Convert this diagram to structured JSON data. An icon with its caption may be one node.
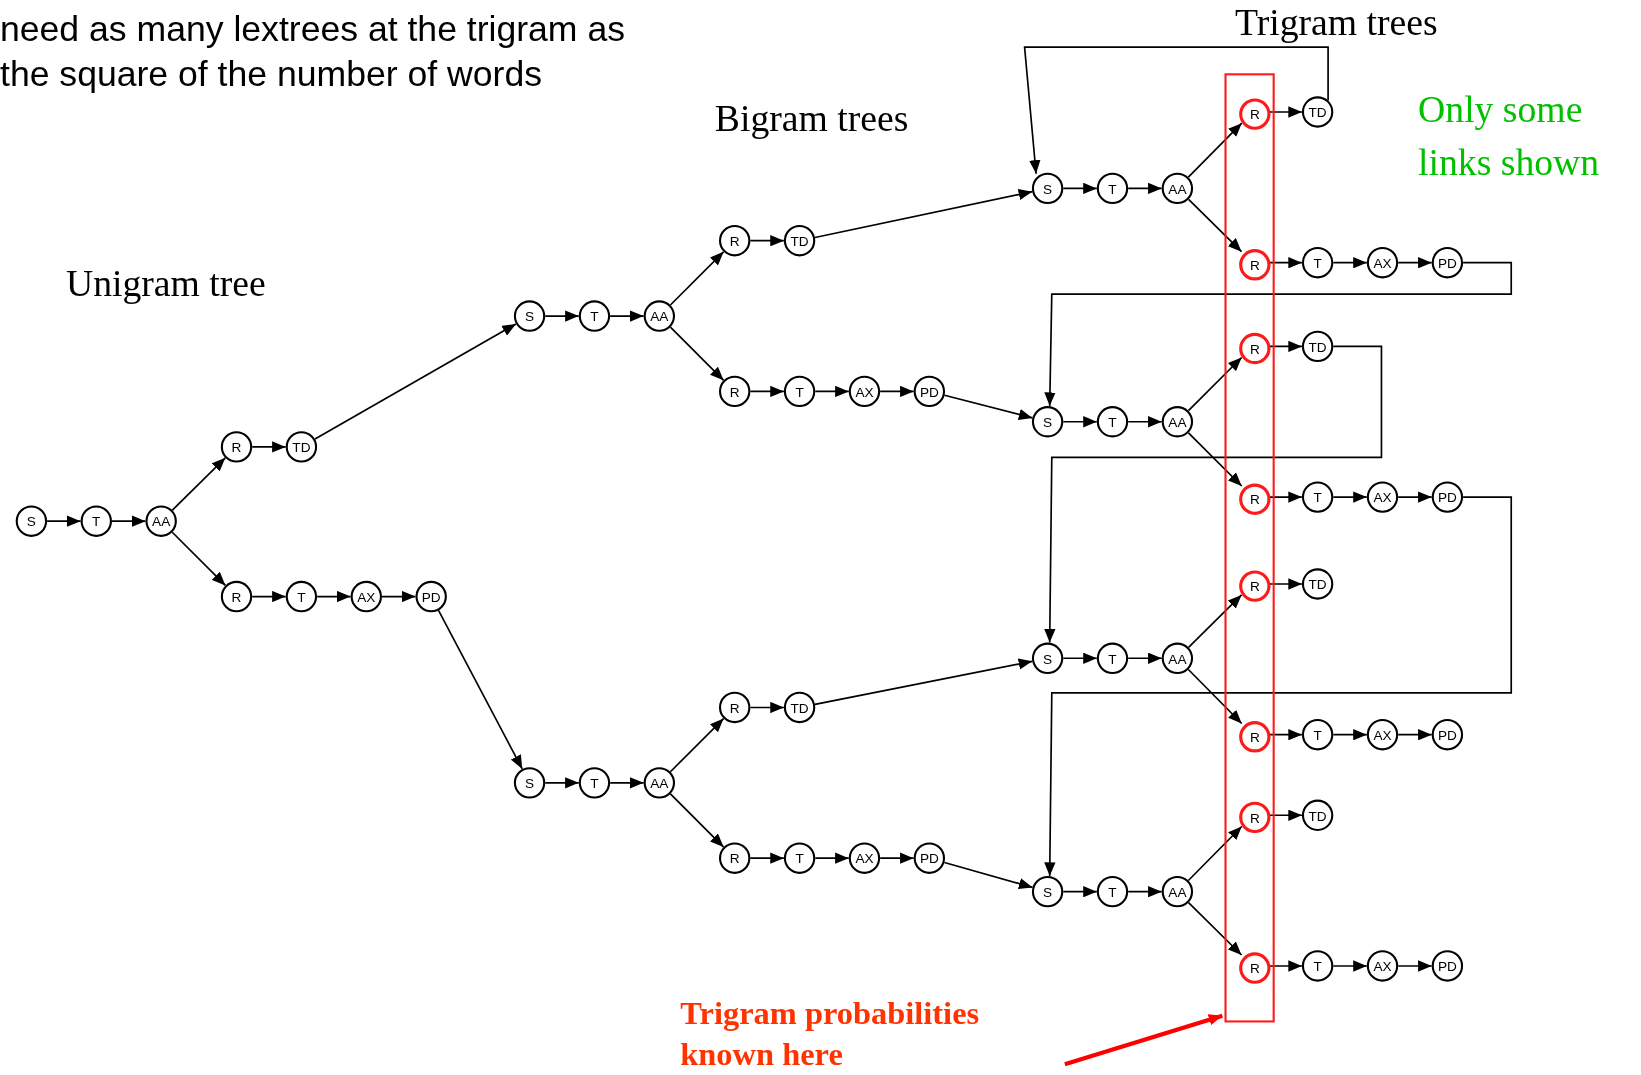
{
  "diagram": {
    "nodes": [
      {
        "text": [
          "S"
        ]
      },
      {
        "text": [
          "T"
        ]
      },
      {
        "text": [
          "AA"
        ]
      },
      {
        "text": [
          "R"
        ]
      },
      {
        "text": [
          "TD"
        ]
      },
      {
        "text": [
          "R"
        ]
      },
      {
        "text": [
          "T"
        ]
      },
      {
        "text": [
          "AX"
        ]
      },
      {
        "text": [
          "PD"
        ]
      },
      {
        "text": [
          "S"
        ]
      },
      {
        "text": [
          "T"
        ]
      },
      {
        "text": [
          "AA"
        ]
      },
      {
        "text": [
          "R"
        ]
      },
      {
        "text": [
          "TD"
        ]
      },
      {
        "text": [
          "R"
        ]
      },
      {
        "text": [
          "T"
        ]
      },
      {
        "text": [
          "AX"
        ]
      },
      {
        "text": [
          "PD"
        ]
      },
      {
        "text": [
          "S"
        ]
      },
      {
        "text": [
          "T"
        ]
      },
      {
        "text": [
          "AA"
        ]
      },
      {
        "text": [
          "R"
        ]
      },
      {
        "text": [
          "TD"
        ]
      },
      {
        "text": [
          "R"
        ]
      },
      {
        "text": [
          "T"
        ]
      },
      {
        "text": [
          "AX"
        ]
      },
      {
        "text": [
          "PD"
        ]
      },
      {
        "text": [],
        "shape": "box"
      },
      {
        "text": [
          "S"
        ]
      },
      {
        "text": [
          "T"
        ]
      },
      {
        "text": [
          "AA"
        ]
      },
      {
        "text": [
          "R"
        ],
        "in": 27
      },
      {
        "text": [
          "TD"
        ]
      },
      {
        "text": [
          "R"
        ],
        "in": 27
      },
      {
        "text": [
          "T"
        ]
      },
      {
        "text": [
          "AX"
        ]
      },
      {
        "text": [
          "PD"
        ]
      },
      {
        "text": [
          "S"
        ]
      },
      {
        "text": [
          "T"
        ]
      },
      {
        "text": [
          "AA"
        ]
      },
      {
        "text": [
          "R"
        ],
        "in": 27
      },
      {
        "text": [
          "TD"
        ]
      },
      {
        "text": [
          "R"
        ],
        "in": 27
      },
      {
        "text": [
          "T"
        ]
      },
      {
        "text": [
          "AX"
        ]
      },
      {
        "text": [
          "PD"
        ]
      },
      {
        "text": [
          "S"
        ]
      },
      {
        "text": [
          "T"
        ]
      },
      {
        "text": [
          "AA"
        ]
      },
      {
        "text": [
          "R"
        ],
        "in": 27
      },
      {
        "text": [
          "TD"
        ]
      },
      {
        "text": [
          "R"
        ],
        "in": 27
      },
      {
        "text": [
          "T"
        ]
      },
      {
        "text": [
          "AX"
        ]
      },
      {
        "text": [
          "PD"
        ]
      },
      {
        "text": [
          "S"
        ]
      },
      {
        "text": [
          "T"
        ]
      },
      {
        "text": [
          "AA"
        ]
      },
      {
        "text": [
          "R"
        ],
        "in": 27
      },
      {
        "text": [
          "TD"
        ]
      },
      {
        "text": [
          "R"
        ],
        "in": 27
      },
      {
        "text": [
          "T"
        ]
      },
      {
        "text": [
          "AX"
        ]
      },
      {
        "text": [
          "PD"
        ]
      },
      {
        "text": [
          "Trigram probabilities known here"
        ]
      }
    ],
    "edges": [
      {
        "from": 0,
        "to": 1,
        "arrow": "to"
      },
      {
        "from": 1,
        "to": 2,
        "arrow": "to"
      },
      {
        "from": 2,
        "to": 3,
        "arrow": "to"
      },
      {
        "from": 3,
        "to": 4,
        "arrow": "to"
      },
      {
        "from": 2,
        "to": 5,
        "arrow": "to"
      },
      {
        "from": 5,
        "to": 6,
        "arrow": "to"
      },
      {
        "from": 6,
        "to": 7,
        "arrow": "to"
      },
      {
        "from": 7,
        "to": 8,
        "arrow": "to"
      },
      {
        "from": 9,
        "to": 10,
        "arrow": "to"
      },
      {
        "from": 10,
        "to": 11,
        "arrow": "to"
      },
      {
        "from": 11,
        "to": 12,
        "arrow": "to"
      },
      {
        "from": 12,
        "to": 13,
        "arrow": "to"
      },
      {
        "from": 11,
        "to": 14,
        "arrow": "to"
      },
      {
        "from": 14,
        "to": 15,
        "arrow": "to"
      },
      {
        "from": 15,
        "to": 16,
        "arrow": "to"
      },
      {
        "from": 16,
        "to": 17,
        "arrow": "to"
      },
      {
        "from": 18,
        "to": 19,
        "arrow": "to"
      },
      {
        "from": 19,
        "to": 20,
        "arrow": "to"
      },
      {
        "from": 20,
        "to": 21,
        "arrow": "to"
      },
      {
        "from": 21,
        "to": 22,
        "arrow": "to"
      },
      {
        "from": 20,
        "to": 23,
        "arrow": "to"
      },
      {
        "from": 23,
        "to": 24,
        "arrow": "to"
      },
      {
        "from": 24,
        "to": 25,
        "arrow": "to"
      },
      {
        "from": 25,
        "to": 26,
        "arrow": "to"
      },
      {
        "from": 28,
        "to": 29,
        "arrow": "to"
      },
      {
        "from": 29,
        "to": 30,
        "arrow": "to"
      },
      {
        "from": 30,
        "to": 31,
        "arrow": "to"
      },
      {
        "from": 31,
        "to": 32,
        "arrow": "to"
      },
      {
        "from": 30,
        "to": 33,
        "arrow": "to"
      },
      {
        "from": 33,
        "to": 34,
        "arrow": "to"
      },
      {
        "from": 34,
        "to": 35,
        "arrow": "to"
      },
      {
        "from": 35,
        "to": 36,
        "arrow": "to"
      },
      {
        "from": 37,
        "to": 38,
        "arrow": "to"
      },
      {
        "from": 38,
        "to": 39,
        "arrow": "to"
      },
      {
        "from": 39,
        "to": 40,
        "arrow": "to"
      },
      {
        "from": 40,
        "to": 41,
        "arrow": "to"
      },
      {
        "from": 39,
        "to": 42,
        "arrow": "to"
      },
      {
        "from": 42,
        "to": 43,
        "arrow": "to"
      },
      {
        "from": 43,
        "to": 44,
        "arrow": "to"
      },
      {
        "from": 44,
        "to": 45,
        "arrow": "to"
      },
      {
        "from": 46,
        "to": 47,
        "arrow": "to"
      },
      {
        "from": 47,
        "to": 48,
        "arrow": "to"
      },
      {
        "from": 48,
        "to": 49,
        "arrow": "to"
      },
      {
        "from": 49,
        "to": 50,
        "arrow": "to"
      },
      {
        "from": 48,
        "to": 51,
        "arrow": "to"
      },
      {
        "from": 51,
        "to": 52,
        "arrow": "to"
      },
      {
        "from": 52,
        "to": 53,
        "arrow": "to"
      },
      {
        "from": 53,
        "to": 54,
        "arrow": "to"
      },
      {
        "from": 55,
        "to": 56,
        "arrow": "to"
      },
      {
        "from": 56,
        "to": 57,
        "arrow": "to"
      },
      {
        "from": 57,
        "to": 58,
        "arrow": "to"
      },
      {
        "from": 58,
        "to": 59,
        "arrow": "to"
      },
      {
        "from": 57,
        "to": 60,
        "arrow": "to"
      },
      {
        "from": 60,
        "to": 61,
        "arrow": "to"
      },
      {
        "from": 61,
        "to": 62,
        "arrow": "to"
      },
      {
        "from": 62,
        "to": 63,
        "arrow": "to"
      },
      {
        "from": 4,
        "to": 9,
        "arrow": "to"
      },
      {
        "from": 8,
        "to": 18,
        "arrow": "to"
      },
      {
        "from": 13,
        "to": 28,
        "arrow": "to"
      },
      {
        "from": 17,
        "to": 37,
        "arrow": "to"
      },
      {
        "from": 22,
        "to": 46,
        "arrow": "to"
      },
      {
        "from": 26,
        "to": 55,
        "arrow": "to"
      },
      {
        "from": 32,
        "to": 28,
        "arrow": "to"
      },
      {
        "from": 36,
        "to": 37,
        "arrow": "to"
      },
      {
        "from": 41,
        "to": 46,
        "arrow": "to"
      },
      {
        "from": 45,
        "to": 55,
        "arrow": "to"
      },
      {
        "from": 64,
        "to": 27,
        "arrow": "to",
        "style": "thick",
        "color": "#ff0000"
      }
    ],
    "labels": [
      "need as many lextrees at the trigram as the square of the number of words",
      "Trigram trees",
      "Bigram trees",
      "Only some links shown",
      "Unigram tree"
    ]
  }
}
